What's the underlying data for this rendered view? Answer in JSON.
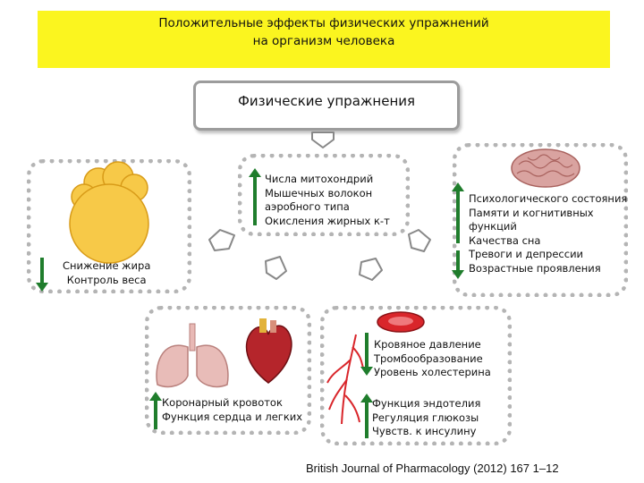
{
  "header": {
    "title_line1": "Положительные эффекты физических упражнений",
    "title_line2": "на организм человека"
  },
  "center": {
    "label": "Физические упражнения"
  },
  "mitochondria_box": {
    "lines": [
      "Числа митохондрий",
      "Мышечных волокон",
      "аэробного типа",
      "Окисления жирных к-т"
    ],
    "direction": "up"
  },
  "brain_box": {
    "up_lines": [
      "Психологического состояния",
      "Памяти и когнитивных",
      "функций",
      "Качества сна"
    ],
    "down_lines": [
      "Тревоги и депрессии",
      "Возрастные проявления"
    ]
  },
  "fat_box": {
    "lines": [
      "Снижение жира",
      "Контроль веса"
    ],
    "direction": "down"
  },
  "heart_box": {
    "lines": [
      "Коронарный кровоток",
      "Функция сердца и легких"
    ],
    "direction": "up"
  },
  "vessel_box": {
    "down_lines": [
      "Кровяное давление",
      "Тромбообразование",
      "Уровень холестерина"
    ],
    "up_lines": [
      "Функция эндотелия",
      "Регуляция глюкозы",
      "Чувств. к инсулину"
    ]
  },
  "footer": {
    "citation": "British Journal of Pharmacology (2012) 167 1–12"
  },
  "colors": {
    "banner": "#fbf51f",
    "arrow": "#1f7d2c",
    "fat": "#f7c948",
    "brain": "#d9a3a0",
    "vessel": "#d9262b"
  },
  "icons": [
    "fat-cell-icon",
    "brain-icon",
    "lungs-icon",
    "heart-icon",
    "blood-cell-icon",
    "vessels-icon",
    "pentagon-arrow-icon"
  ]
}
